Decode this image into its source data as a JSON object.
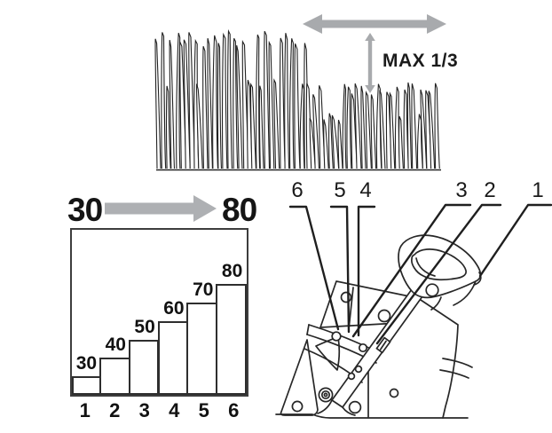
{
  "colors": {
    "arrow_gray": "#a8aaad",
    "line": "#272727",
    "leader": "#1f1f1f",
    "text": "#111111"
  },
  "grass_panel": {
    "max_cut_label": "MAX 1/3"
  },
  "height_chart": {
    "range_start": "30",
    "range_end": "80"
  },
  "lever_diagram": {
    "callouts": [
      "6",
      "5",
      "4",
      "3",
      "2",
      "1"
    ]
  },
  "chart_data": {
    "type": "bar",
    "categories": [
      "1",
      "2",
      "3",
      "4",
      "5",
      "6"
    ],
    "values": [
      30,
      40,
      50,
      60,
      70,
      80
    ],
    "title": "",
    "xlabel": "",
    "ylabel": "",
    "range_arrow": {
      "from": "30",
      "to": "80"
    },
    "grid": false,
    "legend": false
  }
}
